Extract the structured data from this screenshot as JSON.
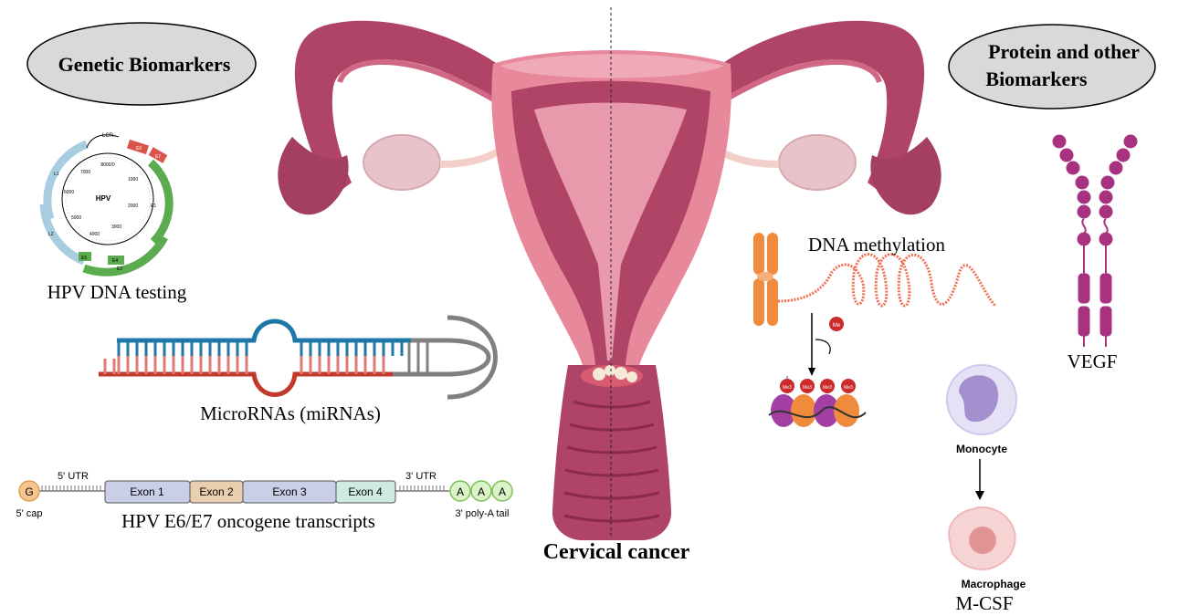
{
  "sections": {
    "genetic": "Genetic Biomarkers",
    "protein": "Protein and other Biomarkers",
    "protein_line1": "Protein and other",
    "protein_line2": "Biomarkers"
  },
  "center": {
    "title": "Cervical cancer"
  },
  "hpv_map": {
    "center_label": "HPV",
    "region_lcr": "LCR",
    "genes": [
      "E6",
      "E7",
      "E1",
      "E2",
      "E4",
      "E5",
      "L2",
      "L1"
    ],
    "ticks": [
      "8000/0",
      "1000",
      "2000",
      "3000",
      "4000",
      "5000",
      "6000",
      "7000"
    ],
    "caption": "HPV DNA testing"
  },
  "mirna": {
    "caption": "MicroRNAs (miRNAs)"
  },
  "transcript": {
    "cap": "G",
    "cap_label": "5' cap",
    "utr5": "5' UTR",
    "utr3": "3' UTR",
    "exons": [
      "Exon 1",
      "Exon 2",
      "Exon 3",
      "Exon 4"
    ],
    "polya": [
      "A",
      "A",
      "A"
    ],
    "polya_label": "3' poly-A tail",
    "caption": "HPV E6/E7 oncogene transcripts"
  },
  "methylation": {
    "caption": "DNA methylation",
    "me_label": "Me",
    "me3_label": "Me3"
  },
  "cells": {
    "monocyte": "Monocyte",
    "macrophage": "Macrophage",
    "caption": "M-CSF"
  },
  "vegf": {
    "caption": "VEGF"
  },
  "colors": {
    "uterus_light": "#e8899b",
    "uterus_dark": "#b04466",
    "uterus_deep": "#8a2a4d",
    "ovary": "#e8c3c9",
    "ellipse_fill": "#d9d9d9",
    "hpv_blue": "#a8cde0",
    "hpv_green": "#5aac4e",
    "hpv_red": "#d9544b",
    "mirna_blue": "#1f77a8",
    "mirna_red": "#c0392b",
    "mirna_grey": "#808080",
    "vegf": "#a8327f",
    "methyl_orange": "#f07d3c"
  }
}
